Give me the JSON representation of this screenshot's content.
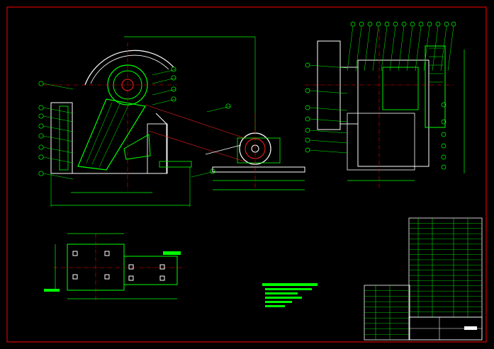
{
  "colors": {
    "background": "#000000",
    "border": "#ff0000",
    "outline": "#ffffff",
    "dimension": "#00ff00",
    "centerline": "#ff0000",
    "leader": "#00ff00",
    "hatch": "#00ff00",
    "hidden": "#ff2020",
    "title_block": "#00ff00"
  },
  "drawing": {
    "title_block_label": "",
    "views": [
      "front-elevation",
      "side-elevation",
      "foundation-plan"
    ],
    "notes_text": [],
    "parts_list_rows": 18,
    "revision_table_rows": 9
  }
}
